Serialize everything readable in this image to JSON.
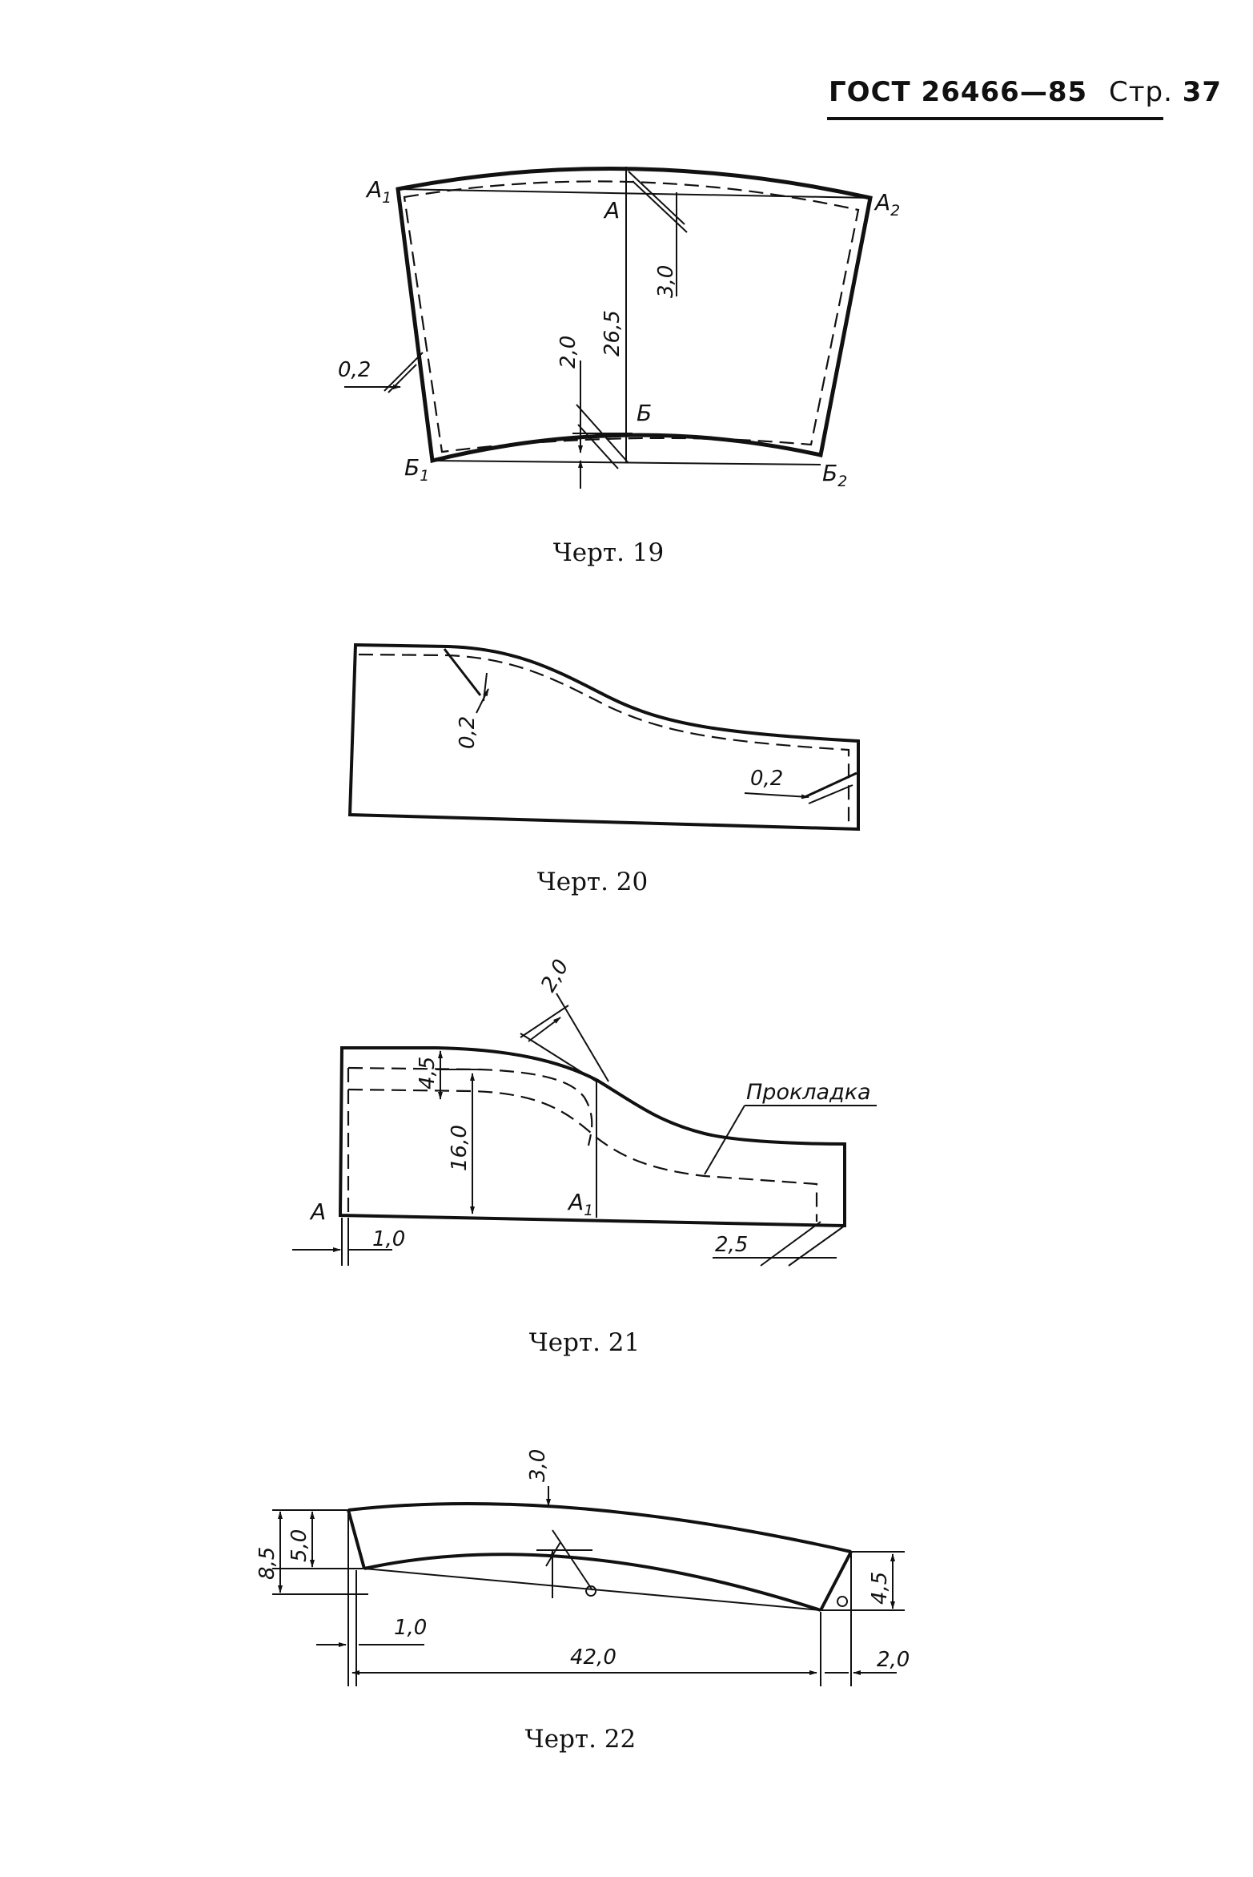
{
  "header": {
    "standard": "ГОСТ 26466—85",
    "page_prefix": "Стр.",
    "page_number": "37"
  },
  "figures": [
    {
      "caption": "Черт. 19",
      "labels": {
        "a1": "А",
        "a1_sub": "1",
        "a2": "А",
        "a2_sub": "2",
        "a": "А",
        "b": "Б",
        "b1": "Б",
        "b1_sub": "1",
        "b2": "Б",
        "b2_sub": "2",
        "dim_3_0": "3,0",
        "dim_26_5": "26,5",
        "dim_2_0": "2,0",
        "dim_0_2": "0,2"
      }
    },
    {
      "caption": "Черт. 20",
      "labels": {
        "dim_0_2_vertical": "0,2",
        "dim_0_2_right": "0,2"
      }
    },
    {
      "caption": "Черт. 21",
      "labels": {
        "dim_2_0": "2,0",
        "dim_4_5": "4,5",
        "dim_16_0": "16,0",
        "a": "А",
        "a1": "А",
        "a1_sub": "1",
        "dim_1_0": "1,0",
        "dim_2_5": "2,5",
        "liner": "Прокладка"
      }
    },
    {
      "caption": "Черт. 22",
      "labels": {
        "dim_3_0": "3,0",
        "dim_8_5": "8,5",
        "dim_5_0": "5,0",
        "dim_4_5": "4,5",
        "dim_1_0": "1,0",
        "dim_42_0": "42,0",
        "dim_2_0": "2,0"
      }
    }
  ]
}
